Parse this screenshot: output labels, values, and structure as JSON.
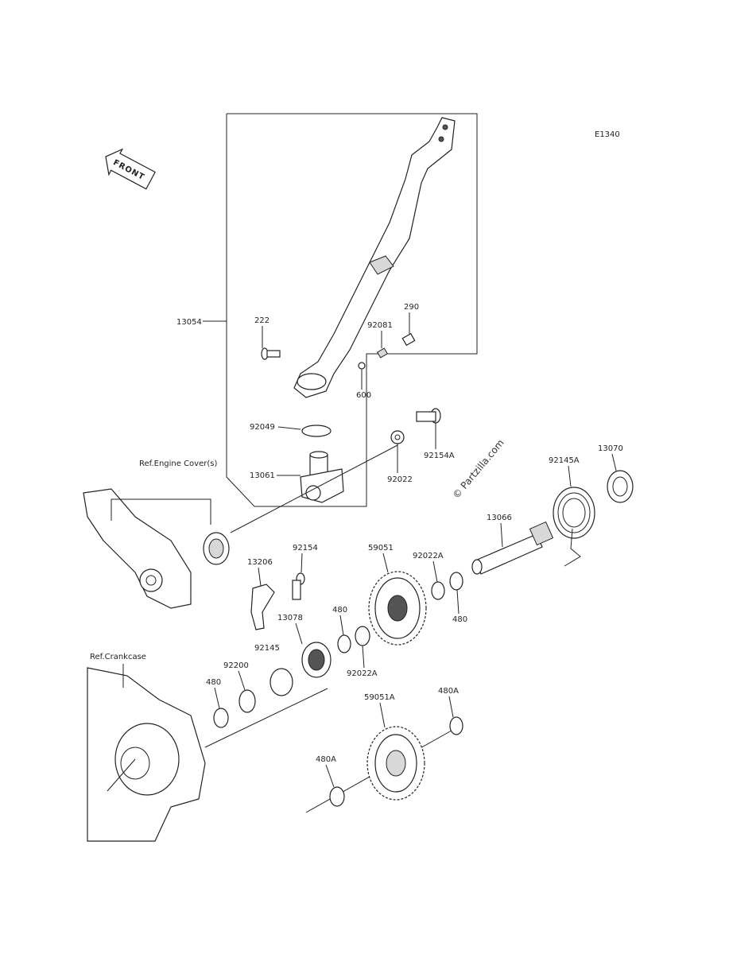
{
  "diagram_code": "E1340",
  "front_marker": "FRONT",
  "watermark": "© Partzilla.com",
  "reference_labels": {
    "engine_cover": "Ref.Engine Cover(s)",
    "crankcase": "Ref.Crankcase"
  },
  "part_labels": {
    "p13054": "13054",
    "p222": "222",
    "p290": "290",
    "p92081": "92081",
    "p600": "600",
    "p92049": "92049",
    "p13061": "13061",
    "p92022": "92022",
    "p92154A": "92154A",
    "p13070": "13070",
    "p92145A": "92145A",
    "p13066": "13066",
    "p59051": "59051",
    "p92022A_top": "92022A",
    "p480_right": "480",
    "p92154": "92154",
    "p13206": "13206",
    "p13078": "13078",
    "p480_mid": "480",
    "p92145": "92145",
    "p92022A_bottom": "92022A",
    "p92200": "92200",
    "p480_left": "480",
    "p59051A": "59051A",
    "p480A_right": "480A",
    "p480A_left": "480A"
  }
}
